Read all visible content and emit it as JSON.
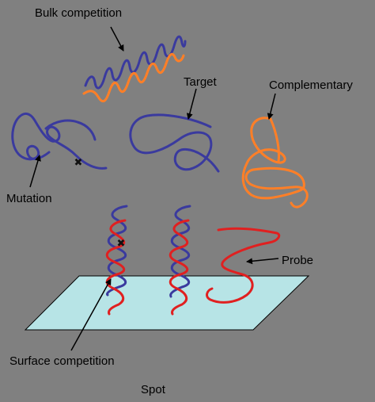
{
  "labels": {
    "bulk_competition": "Bulk competition",
    "target": "Target",
    "complementary": "Complementary",
    "mutation": "Mutation",
    "probe": "Probe",
    "surface_competition": "Surface competition",
    "spot": "Spot"
  },
  "colors": {
    "background": "#808080",
    "target_strand": "#3a3a9e",
    "probe_strand": "#e02020",
    "complementary_strand": "#ff7f27",
    "surface": "#b7e4e6",
    "mutation_mark": "#111111"
  }
}
